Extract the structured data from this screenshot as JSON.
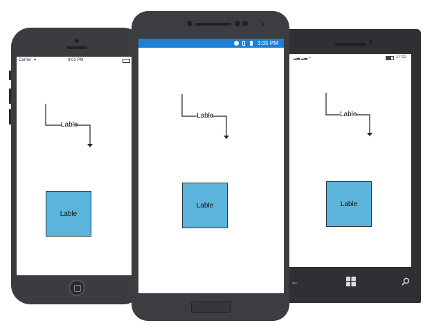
{
  "ios": {
    "carrier": "Carrier",
    "time": "9:03 PM",
    "connector_label": "Lable",
    "box_label": "Lable"
  },
  "android": {
    "time": "3:35 PM",
    "connector_label": "Lable",
    "box_label": "Lable",
    "statusbar_color": "#1e7fd6"
  },
  "windows": {
    "time": "17:02",
    "connector_label": "Lable",
    "box_label": "Lable"
  },
  "colors": {
    "device_body": "#3a3c3f",
    "box_fill": "#5ab4dc"
  }
}
